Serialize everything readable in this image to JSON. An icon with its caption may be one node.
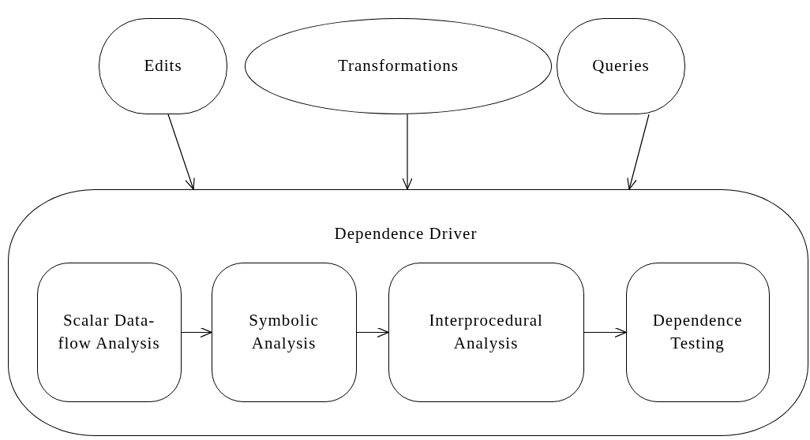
{
  "diagram": {
    "nodes": [
      {
        "text": [
          "Edits"
        ]
      },
      {
        "text": [
          "Transformations"
        ]
      },
      {
        "text": [
          "Queries"
        ]
      },
      {
        "text": [
          "Dependence Driver"
        ]
      },
      {
        "text": [
          "Scalar Data-flow Analysis"
        ],
        "in": 3
      },
      {
        "text": [
          "Symbolic Analysis"
        ],
        "in": 3
      },
      {
        "text": [
          "Interprocedural Analysis"
        ],
        "in": 3
      },
      {
        "text": [
          "Dependence Testing"
        ],
        "in": 3
      }
    ],
    "edges": [
      {
        "from": 0,
        "to": 3,
        "arrow": "to"
      },
      {
        "from": 1,
        "to": 3,
        "arrow": "to"
      },
      {
        "from": 2,
        "to": 3,
        "arrow": "to"
      },
      {
        "from": 4,
        "to": 5,
        "arrow": "to"
      },
      {
        "from": 5,
        "to": 6,
        "arrow": "to"
      },
      {
        "from": 6,
        "to": 7,
        "arrow": "to"
      }
    ]
  }
}
